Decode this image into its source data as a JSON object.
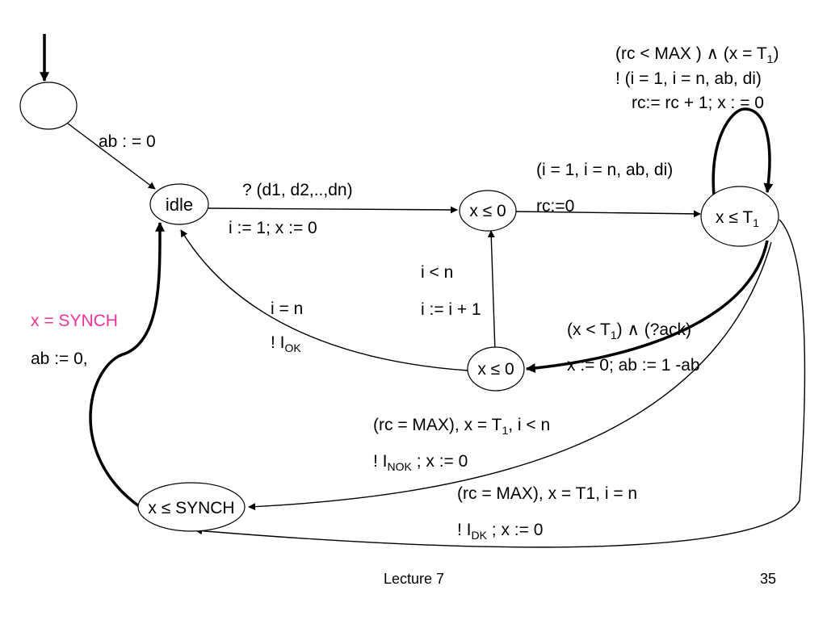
{
  "colors": {
    "highlight": "#ee3399",
    "ink": "#000000"
  },
  "states": {
    "initial": "",
    "idle": "idle",
    "wait_send": "x ≤ 0",
    "wait_t1": "x ≤ T",
    "wait_t1_sub": "1",
    "check": "x ≤ 0",
    "synch": "x ≤ SYNCH"
  },
  "edges": {
    "init_idle": {
      "label": "ab : = 0"
    },
    "idle_send": {
      "guard": "? (d1, d2,..,dn)",
      "update": "i := 1; x := 0"
    },
    "send_t1": {
      "sync": "(i = 1, i = n, ab, di)",
      "update": "rc:=0"
    },
    "loop": {
      "line1_a": "(rc < MAX ) ∧ (x = T",
      "line1_sub": "1",
      "line1_b": ")",
      "line2": "! (i = 1, i = n, ab, di)",
      "line3": "rc:= rc + 1; x : = 0"
    },
    "t1_check": {
      "guard_a": "(x < T",
      "guard_sub": "1",
      "guard_b": ") ∧ (?ack)",
      "update": "x := 0; ab := 1 -ab"
    },
    "check_send": {
      "guard": "i < n",
      "update": "i := i + 1"
    },
    "check_idle": {
      "guard": "i = n",
      "sync_a": "! I",
      "sync_sub": "OK"
    },
    "t1_synch_nok": {
      "guard_a": "(rc = MAX), x = T",
      "guard_sub": "1",
      "guard_b": ", i < n",
      "sync_a": "! I",
      "sync_sub": "NOK",
      "sync_b": " ; x := 0"
    },
    "t1_synch_dk": {
      "guard": "(rc = MAX), x = T1, i = n",
      "sync_a": "! I",
      "sync_sub": "DK",
      "sync_b": " ; x := 0"
    },
    "synch_idle": {
      "guard": "x = SYNCH",
      "update": "ab := 0,"
    }
  },
  "footer": {
    "lecture": "Lecture 7",
    "page": "35"
  }
}
